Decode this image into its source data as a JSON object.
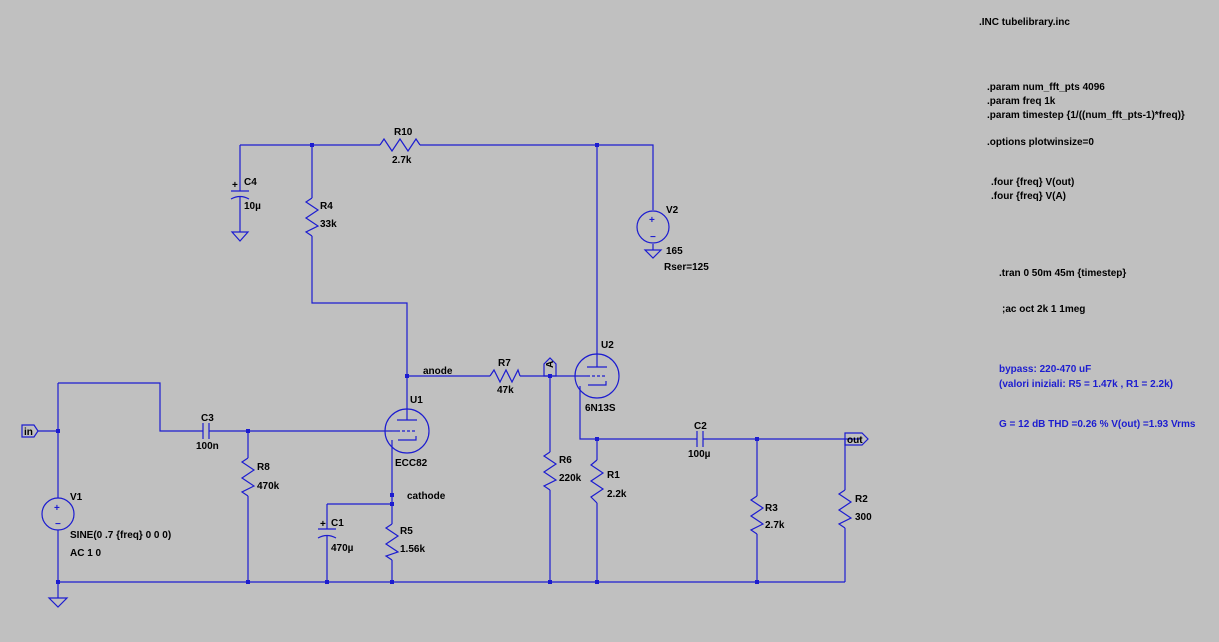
{
  "directives": {
    "include": ".INC tubelibrary.inc",
    "param_fft": ".param num_fft_pts 4096",
    "param_freq": ".param freq 1k",
    "param_timestep": ".param timestep {1/((num_fft_pts-1)*freq)}",
    "options": ".options plotwinsize=0",
    "four_out": ".four {freq} V(out)",
    "four_a": ".four {freq} V(A)",
    "tran": ".tran 0 50m 45m {timestep}",
    "ac_comment": ";ac oct 2k 1 1meg"
  },
  "notes": {
    "bypass": "bypass: 220-470 uF",
    "initial_values": "(valori iniziali: R5 = 1.47k , R1 = 2.2k)",
    "result": "G = 12 dB THD =0.26 % V(out) =1.93 Vrms"
  },
  "components": {
    "R10": {
      "name": "R10",
      "value": "2.7k"
    },
    "R4": {
      "name": "R4",
      "value": "33k"
    },
    "C4": {
      "name": "C4",
      "value": "10µ"
    },
    "V2": {
      "name": "V2",
      "value": "165",
      "extra": "Rser=125"
    },
    "U2": {
      "name": "U2",
      "model": "6N13S"
    },
    "U1": {
      "name": "U1",
      "model": "ECC82"
    },
    "R7": {
      "name": "R7",
      "value": "47k"
    },
    "C3": {
      "name": "C3",
      "value": "100n"
    },
    "R8": {
      "name": "R8",
      "value": "470k"
    },
    "R6": {
      "name": "R6",
      "value": "220k"
    },
    "R1": {
      "name": "R1",
      "value": "2.2k"
    },
    "C2": {
      "name": "C2",
      "value": "100µ"
    },
    "R3": {
      "name": "R3",
      "value": "2.7k"
    },
    "R2": {
      "name": "R2",
      "value": "300"
    },
    "C1": {
      "name": "C1",
      "value": "470µ"
    },
    "R5": {
      "name": "R5",
      "value": "1.56k"
    },
    "V1": {
      "name": "V1",
      "value": "SINE(0 .7 {freq} 0 0 0)",
      "extra": "AC 1 0"
    }
  },
  "nets": {
    "in": "in",
    "out": "out",
    "anode": "anode",
    "cathode": "cathode",
    "A": "A"
  },
  "colors": {
    "background": "#c0c0c0",
    "wire": "#1c1cd0",
    "label": "#000000"
  }
}
